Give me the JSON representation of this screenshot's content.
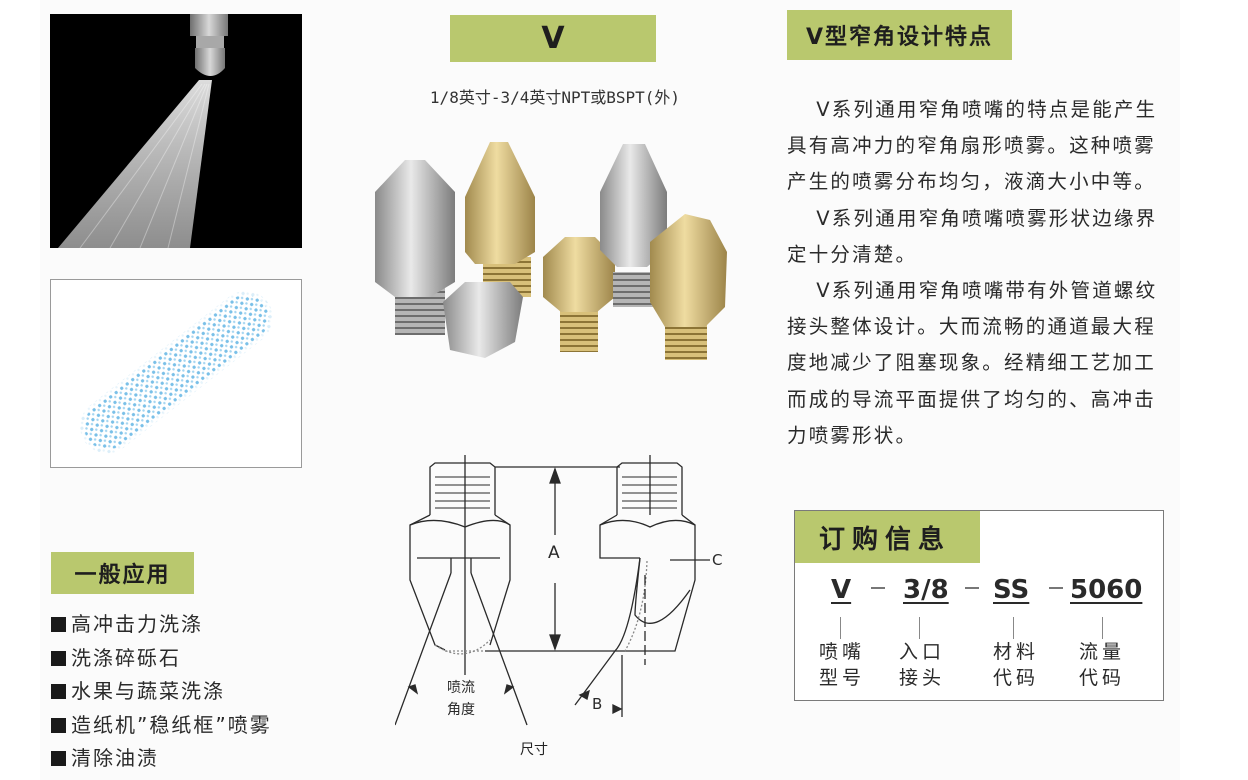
{
  "colors": {
    "accent_green": "#b9c86e",
    "page_bg": "#fbfbfb",
    "spray_blue": "#7cc3ea"
  },
  "model": {
    "title": "V",
    "subtitle": "1/8英寸-3/4英寸NPT或BSPT(外)"
  },
  "applications": {
    "title": "一般应用",
    "items": [
      "高冲击力洗涤",
      "洗涤碎砾石",
      "水果与蔬菜洗涤",
      "造纸机”稳纸框”喷雾",
      "清除油渍"
    ]
  },
  "features": {
    "title": "V型窄角设计特点",
    "paragraphs": [
      "V系列通用窄角喷嘴的特点是能产生具有高冲力的窄角扇形喷雾。这种喷雾产生的喷雾分布均匀，液滴大小中等。",
      "V系列通用窄角喷嘴喷雾形状边缘界定十分清楚。",
      "V系列通用窄角喷嘴带有外管道螺纹接头整体设计。大而流畅的通道最大程度地减少了阻塞现象。经精细工艺加工而成的导流平面提供了均匀的、高冲击力喷雾形状。"
    ]
  },
  "diagram": {
    "label_a": "A",
    "label_b": "B",
    "label_c": "C",
    "spray_angle_line1": "喷流",
    "spray_angle_line2": "角度",
    "caption": "尺寸"
  },
  "ordering": {
    "title": "订购信息",
    "codes": [
      {
        "code": "V",
        "desc1": "喷嘴",
        "desc2": "型号"
      },
      {
        "code": "3/8",
        "desc1": "入口",
        "desc2": "接头"
      },
      {
        "code": "SS",
        "desc1": "材料",
        "desc2": "代码"
      },
      {
        "code": "5060",
        "desc1": "流量",
        "desc2": "代码"
      }
    ]
  }
}
